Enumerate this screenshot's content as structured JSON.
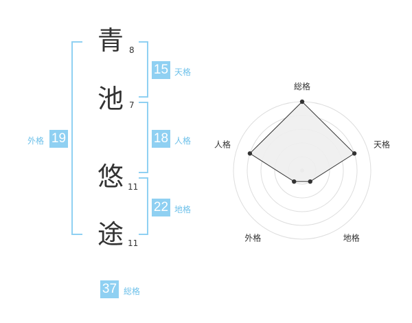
{
  "name": {
    "chars": [
      {
        "char": "青",
        "strokes": "8"
      },
      {
        "char": "池",
        "strokes": "7"
      },
      {
        "char": "悠",
        "strokes": "11"
      },
      {
        "char": "途",
        "strokes": "11"
      }
    ]
  },
  "fortunes": {
    "tenkaku": {
      "value": "15",
      "label": "天格"
    },
    "jinkaku": {
      "value": "18",
      "label": "人格"
    },
    "chikaku": {
      "value": "22",
      "label": "地格"
    },
    "gaikaku": {
      "value": "19",
      "label": "外格"
    },
    "soukaku": {
      "value": "37",
      "label": "総格"
    }
  },
  "colors": {
    "accent": "#8fd0f2",
    "accent_text": "#6ec1ea"
  },
  "chart_data": {
    "type": "radar",
    "axes": [
      "総格",
      "天格",
      "地格",
      "外格",
      "人格"
    ],
    "max": 5,
    "rings": 5,
    "values": [
      5,
      4,
      1,
      1,
      4
    ]
  }
}
